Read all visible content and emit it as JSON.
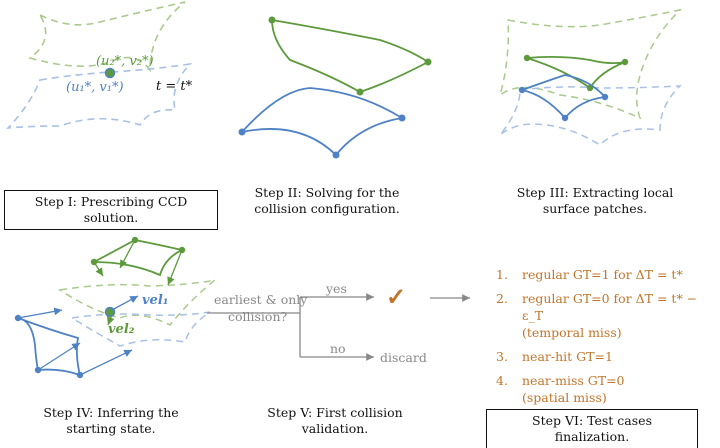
{
  "steps": {
    "s1": "Step I: Prescribing CCD solution.",
    "s2_l1": "Step II: Solving for the",
    "s2_l2": "collision configuration.",
    "s3_l1": "Step III: Extracting local",
    "s3_l2": "surface patches.",
    "s4_l1": "Step IV: Inferring the",
    "s4_l2": "starting state.",
    "s5_l1": "Step V: First collision",
    "s5_l2": "validation.",
    "s6": "Step VI: Test cases finalization."
  },
  "labels": {
    "uv2": "(u₂*, v₂*)",
    "uv1": "(u₁*, v₁*)",
    "t_eq": "t = t*",
    "vel1": "vel₁",
    "vel2": "vel₂",
    "question_l1": "earliest & only",
    "question_l2": "collision?",
    "yes": "yes",
    "no": "no",
    "discard": "discard",
    "check": "✓"
  },
  "cases": [
    {
      "num": "1.",
      "l1": "regular GT=1 for ΔT = t*",
      "l2": ""
    },
    {
      "num": "2.",
      "l1": "regular GT=0 for ΔT = t* − ε_T",
      "l2": "(temporal miss)"
    },
    {
      "num": "3.",
      "l1": "near-hit GT=1",
      "l2": ""
    },
    {
      "num": "4.",
      "l1": "near-miss GT=0",
      "l2": "(spatial miss)"
    }
  ],
  "colors": {
    "green": "#5c9a3c",
    "blue": "#4f82c4",
    "orange": "#c0752a",
    "gray": "#888888"
  }
}
